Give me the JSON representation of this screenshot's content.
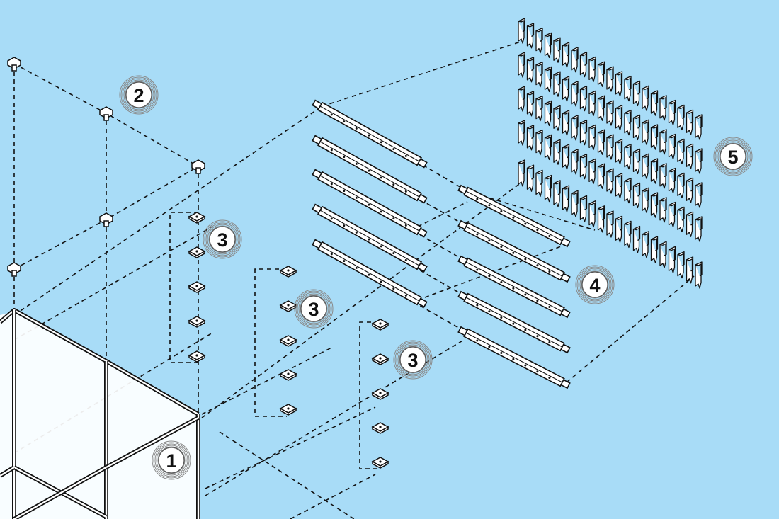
{
  "diagram": {
    "background_color": "#a8dcf7",
    "line_color": "#111111",
    "callouts": [
      {
        "label": "1",
        "part": "frame"
      },
      {
        "label": "2",
        "part": "top-connectors"
      },
      {
        "label": "3",
        "part": "brackets-column-a"
      },
      {
        "label": "3",
        "part": "brackets-column-b"
      },
      {
        "label": "3",
        "part": "brackets-column-c"
      },
      {
        "label": "4",
        "part": "rails"
      },
      {
        "label": "5",
        "part": "fins"
      }
    ]
  }
}
